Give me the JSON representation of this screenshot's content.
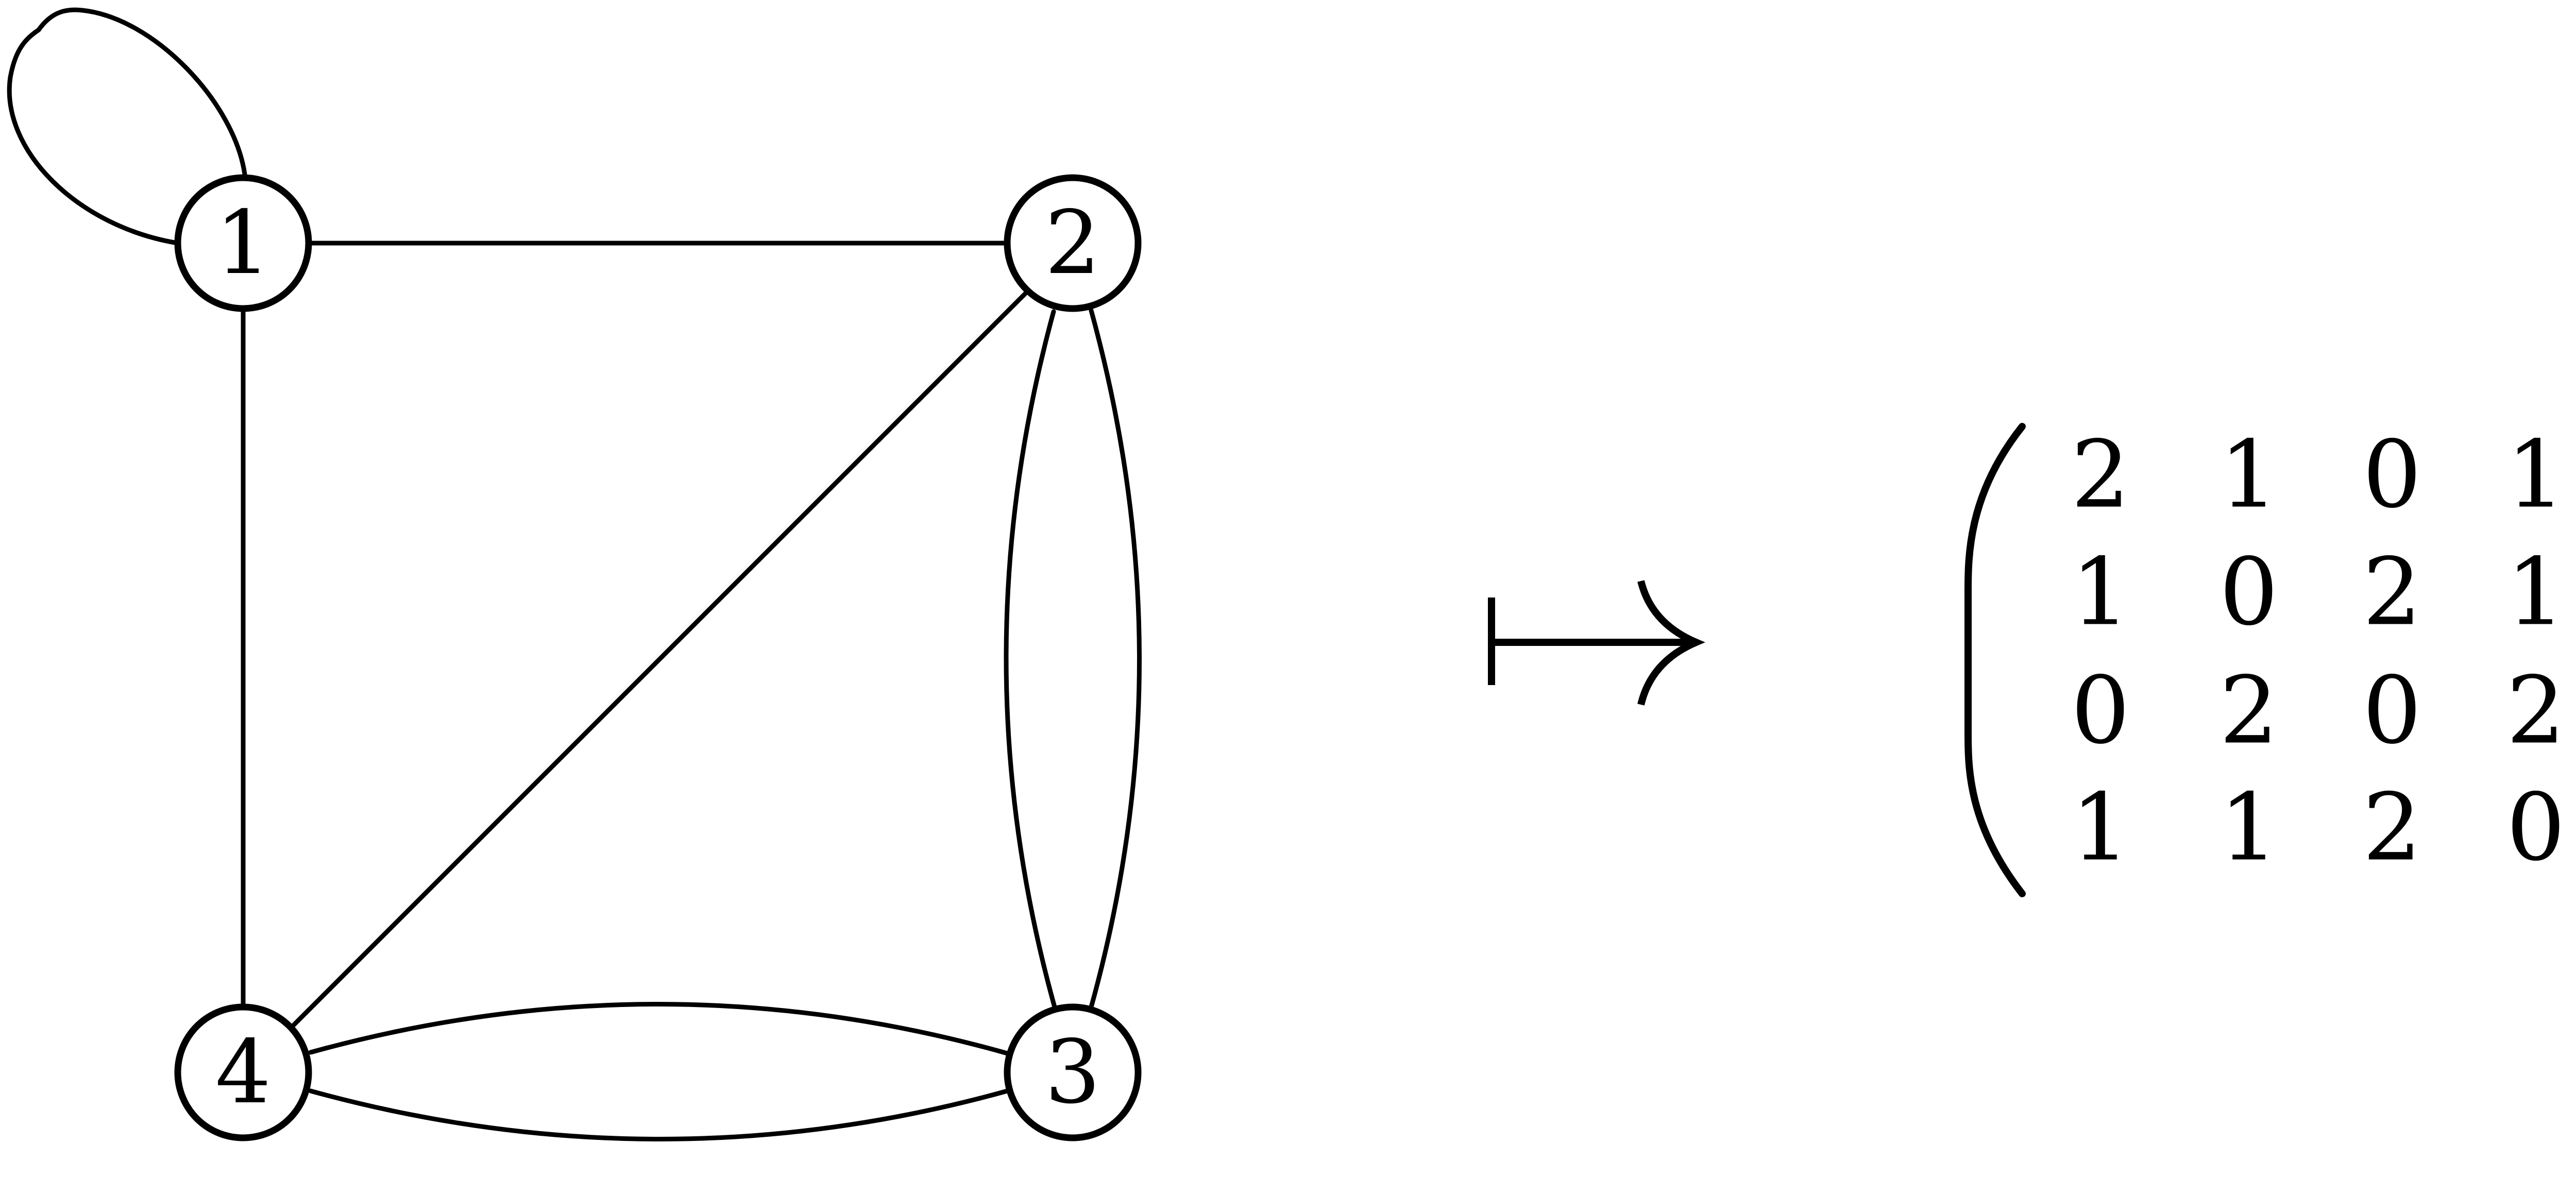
{
  "graph": {
    "nodes": [
      {
        "id": "1",
        "label": "1"
      },
      {
        "id": "2",
        "label": "2"
      },
      {
        "id": "3",
        "label": "3"
      },
      {
        "id": "4",
        "label": "4"
      }
    ],
    "edges": [
      {
        "from": "1",
        "to": "1",
        "kind": "loop"
      },
      {
        "from": "1",
        "to": "2",
        "kind": "straight"
      },
      {
        "from": "1",
        "to": "4",
        "kind": "straight"
      },
      {
        "from": "2",
        "to": "4",
        "kind": "straight"
      },
      {
        "from": "2",
        "to": "3",
        "kind": "curved-left"
      },
      {
        "from": "2",
        "to": "3",
        "kind": "curved-right"
      },
      {
        "from": "4",
        "to": "3",
        "kind": "curved-up"
      },
      {
        "from": "4",
        "to": "3",
        "kind": "curved-down"
      }
    ]
  },
  "arrow": {
    "symbol": "maps-to-arrow"
  },
  "matrix": {
    "rows": [
      [
        "2",
        "1",
        "0",
        "1"
      ],
      [
        "1",
        "0",
        "2",
        "1"
      ],
      [
        "0",
        "2",
        "0",
        "2"
      ],
      [
        "1",
        "1",
        "2",
        "0"
      ]
    ]
  }
}
